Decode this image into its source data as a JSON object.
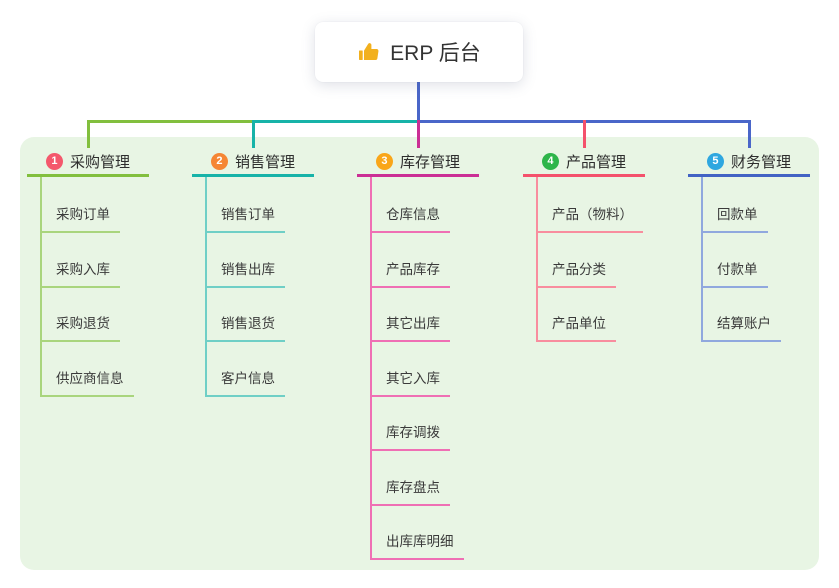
{
  "root": {
    "label": "ERP 后台",
    "icon": "thumbs-up-icon",
    "icon_color": "#f2b01e"
  },
  "canvas": {
    "background": "#ffffff",
    "panel_background": "#e8f5e4",
    "connector_color": "#4a66c9",
    "text_color": "#333333"
  },
  "branches": [
    {
      "index": "1",
      "label": "采购管理",
      "badge_color": "#f4586c",
      "line_color": "#82bf3e",
      "item_line_color": "#a9d57d",
      "items": [
        "采购订单",
        "采购入库",
        "采购退货",
        "供应商信息"
      ]
    },
    {
      "index": "2",
      "label": "销售管理",
      "badge_color": "#f58634",
      "line_color": "#17b3a8",
      "item_line_color": "#6fcfc6",
      "items": [
        "销售订单",
        "销售出库",
        "销售退货",
        "客户信息"
      ]
    },
    {
      "index": "3",
      "label": "库存管理",
      "badge_color": "#f9a619",
      "line_color": "#cb2f95",
      "item_line_color": "#ef6fb4",
      "items": [
        "仓库信息",
        "产品库存",
        "其它出库",
        "其它入库",
        "库存调拨",
        "库存盘点",
        "出库库明细"
      ]
    },
    {
      "index": "4",
      "label": "产品管理",
      "badge_color": "#2eb54a",
      "line_color": "#f4516c",
      "item_line_color": "#f88d9e",
      "items": [
        "产品（物料）",
        "产品分类",
        "产品单位"
      ]
    },
    {
      "index": "5",
      "label": "财务管理",
      "badge_color": "#2fa7e0",
      "line_color": "#4263c4",
      "item_line_color": "#90a8de",
      "items": [
        "回款单",
        "付款单",
        "结算账户"
      ]
    }
  ]
}
